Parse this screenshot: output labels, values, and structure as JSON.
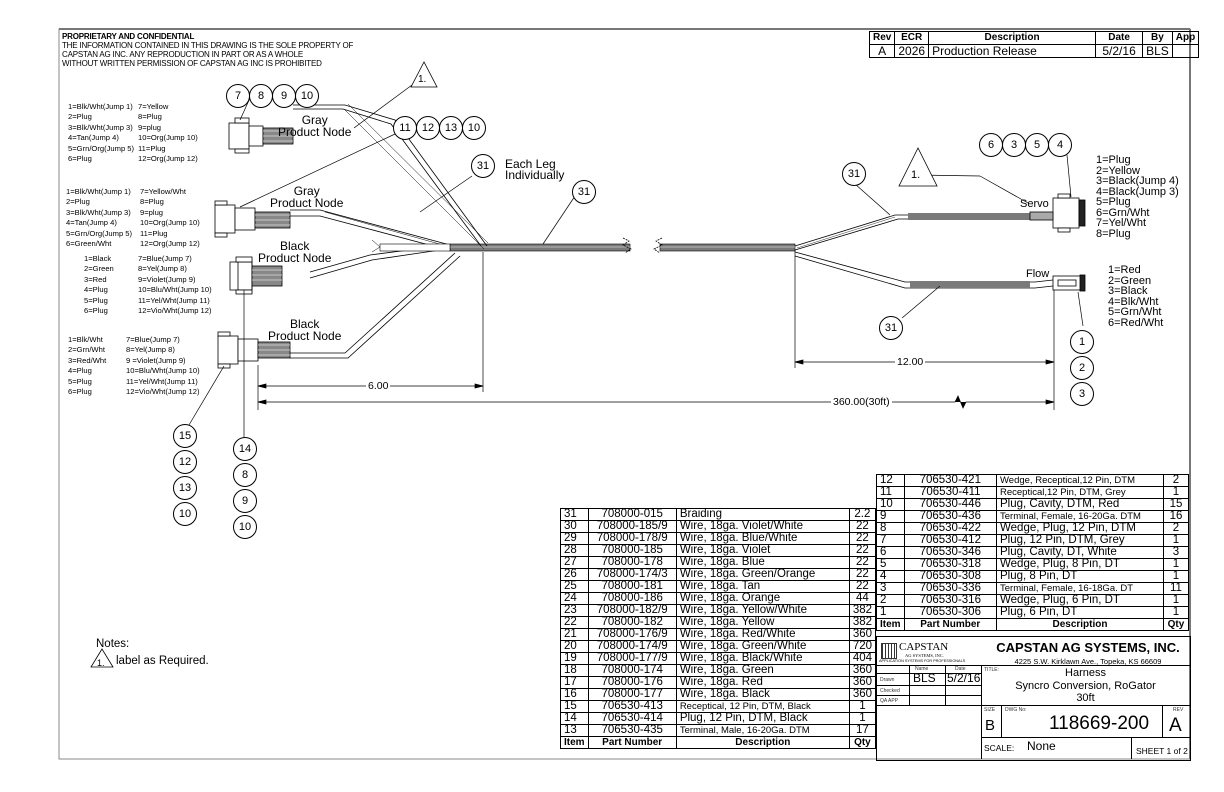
{
  "proprietary": {
    "heading": "PROPRIETARY AND CONFIDENTIAL",
    "lines": [
      "THE INFORMATION CONTAINED IN THIS DRAWING IS THE SOLE PROPERTY OF",
      "CAPSTAN AG INC. ANY REPRODUCTION IN PART OR AS A WHOLE",
      "WITHOUT WRITTEN PERMISSION OF CAPSTAN AG INC IS PROHIBITED"
    ]
  },
  "revision_table": {
    "headers": [
      "Rev",
      "ECR",
      "Description",
      "Date",
      "By",
      "App"
    ],
    "rows": [
      [
        "A",
        "2026",
        "Production Release",
        "5/2/16",
        "BLS",
        ""
      ]
    ]
  },
  "connectors": {
    "node1": {
      "label_top": "Gray",
      "label_bottom": "Product Node",
      "pins_left": [
        "1=Blk/Wht(Jump 1)",
        "2=Plug",
        "3=Blk/Wht(Jump 3)",
        "4=Tan(Jump 4)",
        "5=Grn/Org(Jump 5)",
        "6=Plug"
      ],
      "pins_right": [
        "7=Yellow",
        "8=Plug",
        "9=plug",
        "10=Org(Jump 10)",
        "11=Plug",
        "12=Org(Jump 12)"
      ],
      "balloons": [
        "7",
        "8",
        "9",
        "10"
      ]
    },
    "node2": {
      "label_top": "Gray",
      "label_bottom": "Product Node",
      "pins_left": [
        "1=Blk/Wht(Jump 1)",
        "2=Plug",
        "3=Blk/Wht(Jump 3)",
        "4=Tan(Jump 4)",
        "5=Grn/Org(Jump 5)",
        "6=Green/Wht"
      ],
      "pins_right": [
        "7=Yellow/Wht",
        "8=Plug",
        "9=plug",
        "10=Org(Jump 10)",
        "11=Plug",
        "12=Org(Jump 12)"
      ],
      "balloons": [
        "11",
        "12",
        "13",
        "10"
      ]
    },
    "node3": {
      "label_top": "Black",
      "label_bottom": "Product Node",
      "pins_left": [
        "1=Black",
        "2=Green",
        "3=Red",
        "4=Plug",
        "5=Plug",
        "6=Plug"
      ],
      "pins_right": [
        "7=Blue(Jump 7)",
        "8=Yel(Jump 8)",
        "9=Violet(Jump 9)",
        "10=Blu/Wht(Jump 10)",
        "11=Yel/Wht(Jump 11)",
        "12=Vio/Wht(Jump 12)"
      ],
      "balloons": [
        "14",
        "8",
        "9",
        "10"
      ]
    },
    "node4": {
      "label_top": "Black",
      "label_bottom": "Product Node",
      "pins_left": [
        "1=Blk/Wht",
        "2=Grn/Wht",
        "3=Red/Wht",
        "4=Plug",
        "5=Plug",
        "6=Plug"
      ],
      "pins_right": [
        "7=Blue(Jump 7)",
        "8=Yel(Jump 8)",
        "9 =Violet(Jump 9)",
        "10=Blu/Wht(Jump 10)",
        "11=Yel/Wht(Jump 11)",
        "12=Vio/Wht(Jump 12)"
      ],
      "balloons": [
        "15",
        "12",
        "13",
        "10"
      ]
    },
    "servo": {
      "label": "Servo",
      "pins": [
        "1=Plug",
        "2=Yellow",
        "3=Black(Jump 4)",
        "4=Black(Jump 3)",
        "5=Plug",
        "6=Grn/Wht",
        "7=Yel/Wht",
        "8=Plug"
      ],
      "balloons": [
        "6",
        "3",
        "5",
        "4"
      ]
    },
    "flow": {
      "label": "Flow",
      "pins": [
        "1=Red",
        "2=Green",
        "3=Black",
        "4=Blk/Wht",
        "5=Grn/Wht",
        "6=Red/Wht"
      ],
      "balloons": [
        "1",
        "2",
        "3"
      ]
    }
  },
  "callouts": {
    "braiding_balloon": "31",
    "each_leg": [
      "Each Leg",
      "Individually"
    ],
    "note_flag": "1."
  },
  "dimensions": {
    "d1": "6.00",
    "d2": "360.00(30ft)",
    "d3": "12.00"
  },
  "notes": {
    "title": "Notes:",
    "items": [
      {
        "flag": "1.",
        "text": "label as Required."
      }
    ]
  },
  "bom_left": {
    "headers": [
      "Item",
      "Part Number",
      "Description",
      "Qty"
    ],
    "rows": [
      [
        "31",
        "708000-015",
        "Braiding",
        "2.2"
      ],
      [
        "30",
        "708000-185/9",
        "Wire, 18ga. Violet/White",
        "22"
      ],
      [
        "29",
        "708000-178/9",
        "Wire, 18ga. Blue/White",
        "22"
      ],
      [
        "28",
        "708000-185",
        "Wire, 18ga. Violet",
        "22"
      ],
      [
        "27",
        "708000-178",
        "Wire, 18ga. Blue",
        "22"
      ],
      [
        "26",
        "708000-174/3",
        "Wire, 18ga. Green/Orange",
        "22"
      ],
      [
        "25",
        "708000-181",
        "Wire, 18ga. Tan",
        "22"
      ],
      [
        "24",
        "708000-186",
        "Wire, 18ga. Orange",
        "44"
      ],
      [
        "23",
        "708000-182/9",
        "Wire, 18ga. Yellow/White",
        "382"
      ],
      [
        "22",
        "708000-182",
        "Wire, 18ga. Yellow",
        "382"
      ],
      [
        "21",
        "708000-176/9",
        "Wire, 18ga. Red/White",
        "360"
      ],
      [
        "20",
        "708000-174/9",
        "Wire, 18ga. Green/White",
        "720"
      ],
      [
        "19",
        "708000-177/9",
        "Wire, 18ga. Black/White",
        "404"
      ],
      [
        "18",
        "708000-174",
        "Wire, 18ga. Green",
        "360"
      ],
      [
        "17",
        "708000-176",
        "Wire, 18ga. Red",
        "360"
      ],
      [
        "16",
        "708000-177",
        "Wire, 18ga. Black",
        "360"
      ],
      [
        "15",
        "706530-413",
        "Receptical, 12 Pin, DTM, Black",
        "1"
      ],
      [
        "14",
        "706530-414",
        "Plug, 12 Pin, DTM, Black",
        "1"
      ],
      [
        "13",
        "706530-435",
        "Terminal, Male, 16-20Ga. DTM",
        "17"
      ]
    ]
  },
  "bom_right": {
    "headers": [
      "Item",
      "Part Number",
      "Description",
      "Qty"
    ],
    "rows": [
      [
        "12",
        "706530-421",
        "Wedge, Receptical,12 Pin, DTM",
        "2"
      ],
      [
        "11",
        "706530-411",
        "Receptical,12 Pin, DTM, Grey",
        "1"
      ],
      [
        "10",
        "706530-446",
        "Plug, Cavity, DTM, Red",
        "15"
      ],
      [
        "9",
        "706530-436",
        "Terminal, Female, 16-20Ga. DTM",
        "16"
      ],
      [
        "8",
        "706530-422",
        "Wedge, Plug, 12 Pin, DTM",
        "2"
      ],
      [
        "7",
        "706530-412",
        "Plug, 12 Pin, DTM, Grey",
        "1"
      ],
      [
        "6",
        "706530-346",
        "Plug, Cavity, DT, White",
        "3"
      ],
      [
        "5",
        "706530-318",
        "Wedge, Plug, 8 Pin, DT",
        "1"
      ],
      [
        "4",
        "706530-308",
        "Plug, 8 Pin, DT",
        "1"
      ],
      [
        "3",
        "706530-336",
        "Terminal, Female, 16-18Ga. DT",
        "11"
      ],
      [
        "2",
        "706530-316",
        "Wedge, Plug, 6 Pin, DT",
        "1"
      ],
      [
        "1",
        "706530-306",
        "Plug, 6 Pin, DT",
        "1"
      ]
    ]
  },
  "title_block": {
    "logo_name": "CAPSTAN",
    "logo_sub": "AG SYSTEMS, INC.",
    "logo_tag": "APPLICATION SYSTEMS FOR PROFESSIONALS",
    "company": "CAPSTAN AG SYSTEMS, INC.",
    "address": "4225 S.W. Kirklawn Ave., Topeka, KS 66609",
    "name_hdr": "Name",
    "date_hdr": "Date",
    "drawn_label": "Drawn",
    "drawn_name": "BLS",
    "drawn_date": "5/2/16",
    "checked_label": "Checked",
    "qa_label": "QA APP",
    "title_label": "TITLE:",
    "title_lines": [
      "Harness",
      "Syncro Conversion, RoGator",
      "30ft"
    ],
    "size_label": "SIZE",
    "size": "B",
    "dwg_label": "DWG No:",
    "dwg_no": "118669-200",
    "rev_label": "REV",
    "rev": "A",
    "scale_label": "SCALE:",
    "scale": "None",
    "sheet": "SHEET 1 of 2"
  }
}
